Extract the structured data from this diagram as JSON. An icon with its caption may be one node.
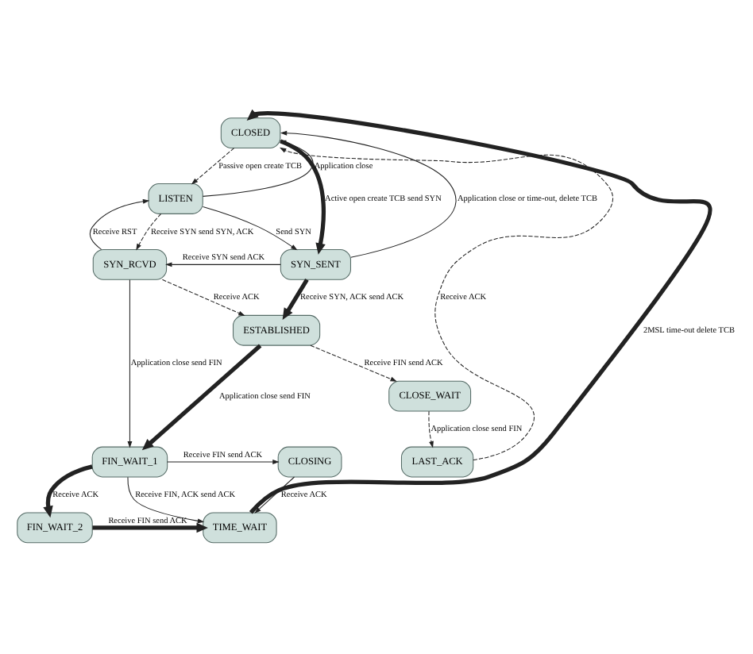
{
  "diagram": {
    "nodes": [
      {
        "text": [
          "CLOSED"
        ]
      },
      {
        "text": [
          "LISTEN"
        ]
      },
      {
        "text": [
          "SYN_RCVD"
        ]
      },
      {
        "text": [
          "SYN_SENT"
        ]
      },
      {
        "text": [
          "ESTABLISHED"
        ]
      },
      {
        "text": [
          "CLOSE_WAIT"
        ]
      },
      {
        "text": [
          "FIN_WAIT_1"
        ]
      },
      {
        "text": [
          "CLOSING"
        ]
      },
      {
        "text": [
          "LAST_ACK"
        ]
      },
      {
        "text": [
          "FIN_WAIT_2"
        ]
      },
      {
        "text": [
          "TIME_WAIT"
        ]
      }
    ],
    "edges": [
      {
        "from": 0,
        "to": 1,
        "arrow": "to",
        "label": "Passive open create TCB",
        "style": "dashed"
      },
      {
        "from": 1,
        "to": 0,
        "arrow": "to",
        "label": "Application close"
      },
      {
        "from": 0,
        "to": 3,
        "arrow": "to",
        "label": "Active open create TCB send SYN",
        "style": "thick"
      },
      {
        "from": 1,
        "to": 2,
        "arrow": "to",
        "label": "Receive SYN send SYN, ACK",
        "style": "dashed"
      },
      {
        "from": 2,
        "to": 1,
        "arrow": "to",
        "label": "Receive RST"
      },
      {
        "from": 1,
        "to": 3,
        "arrow": "to",
        "label": "Send SYN"
      },
      {
        "from": 3,
        "to": 2,
        "arrow": "to",
        "label": "Receive SYN send ACK"
      },
      {
        "from": 3,
        "to": 0,
        "arrow": "to",
        "label": "Application close or time-out, delete TCB"
      },
      {
        "from": 2,
        "to": 4,
        "arrow": "to",
        "label": "Receive ACK",
        "style": "dashed"
      },
      {
        "from": 3,
        "to": 4,
        "arrow": "to",
        "label": "Receive SYN, ACK send ACK",
        "style": "thick"
      },
      {
        "from": 2,
        "to": 6,
        "arrow": "to",
        "label": "Application close send FIN"
      },
      {
        "from": 4,
        "to": 6,
        "arrow": "to",
        "label": "Application close send FIN",
        "style": "thick"
      },
      {
        "from": 4,
        "to": 5,
        "arrow": "to",
        "label": "Receive FIN send ACK",
        "style": "dashed"
      },
      {
        "from": 6,
        "to": 7,
        "arrow": "to",
        "label": "Receive FIN send ACK"
      },
      {
        "from": 5,
        "to": 8,
        "arrow": "to",
        "label": "Application close send FIN",
        "style": "dashed"
      },
      {
        "from": 6,
        "to": 9,
        "arrow": "to",
        "label": "Receive ACK",
        "style": "thick"
      },
      {
        "from": 6,
        "to": 10,
        "arrow": "to",
        "label": "Receive FIN, ACK send ACK"
      },
      {
        "from": 7,
        "to": 10,
        "arrow": "to",
        "label": "Receive ACK"
      },
      {
        "from": 8,
        "to": 0,
        "arrow": "to",
        "label": "Receive ACK",
        "style": "dashed"
      },
      {
        "from": 9,
        "to": 10,
        "arrow": "to",
        "label": "Receive FIN send ACK",
        "style": "thick"
      },
      {
        "from": 10,
        "to": 0,
        "arrow": "to",
        "label": "2MSL time-out delete TCB",
        "style": "thick"
      }
    ]
  }
}
